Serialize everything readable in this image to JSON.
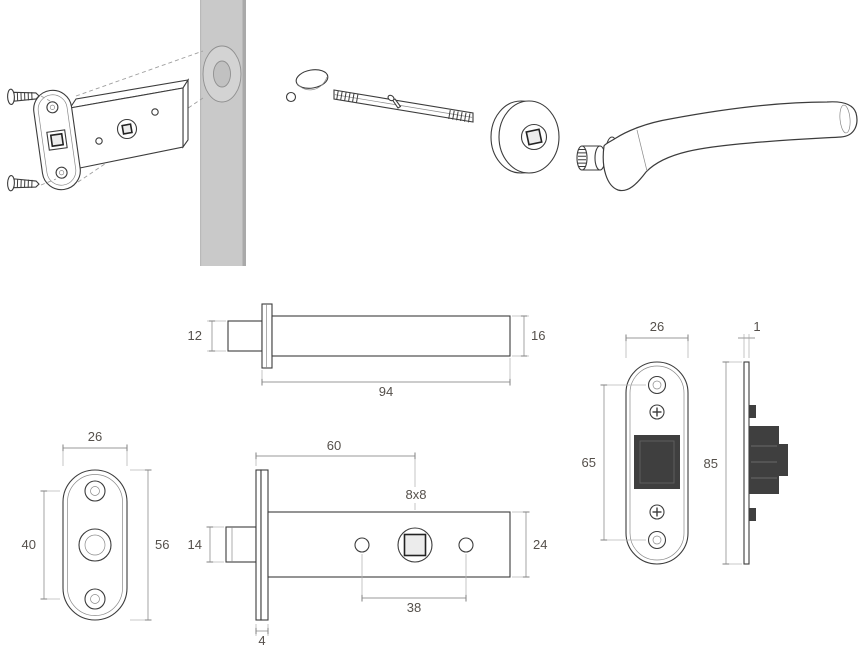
{
  "colors": {
    "outline": "#3c3c3c",
    "dimension_line": "#9a9a9a",
    "dimension_text": "#55504b",
    "door_panel": "#c9c9c9",
    "dark_fill": "#3f3f3f",
    "background": "#ffffff"
  },
  "dimensions": {
    "spindle_profile": {
      "tail_height": "12",
      "bar_height": "16",
      "length": "94"
    },
    "faceplate_front": {
      "width": "26",
      "hole_spacing": "40",
      "height": "56"
    },
    "latch_side": {
      "backset": "60",
      "spindle_hole": "8x8",
      "bolt_height": "14",
      "case_height": "24",
      "bolt_hole_spacing": "38",
      "faceplate_thickness": "4"
    },
    "rose": {
      "width": "26",
      "hole_spacing": "65",
      "thickness": "1",
      "height": "85"
    }
  }
}
